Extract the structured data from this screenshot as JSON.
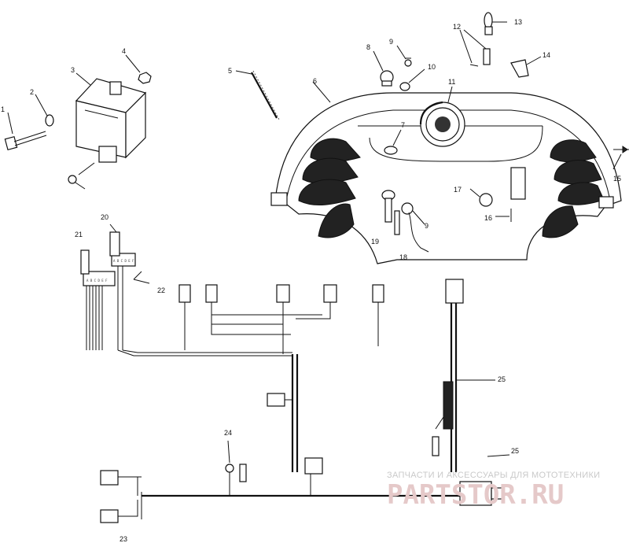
{
  "callouts": {
    "c1": "1",
    "c2": "2",
    "c3": "3",
    "c4": "4",
    "c5": "5",
    "c6": "6",
    "c7": "7",
    "c8": "8",
    "c9a": "9",
    "c9b": "9",
    "c10": "10",
    "c11": "11",
    "c12": "12",
    "c13": "13",
    "c14": "14",
    "c15": "15",
    "c16": "16",
    "c17": "17",
    "c18": "18",
    "c19": "19",
    "c20": "20",
    "c21": "21",
    "c22": "22",
    "c23": "23",
    "c24": "24",
    "c25a": "25",
    "c25b": "25"
  },
  "connector_labels": {
    "regulator_pins": "A B C D E F",
    "switch_pins": "A B C D E F"
  },
  "watermark": {
    "caption": "ЗАПЧАСТИ И АКСЕССУАРЫ ДЛЯ МОТОТЕХНИКИ",
    "logo": "PARTSTOR.RU"
  }
}
